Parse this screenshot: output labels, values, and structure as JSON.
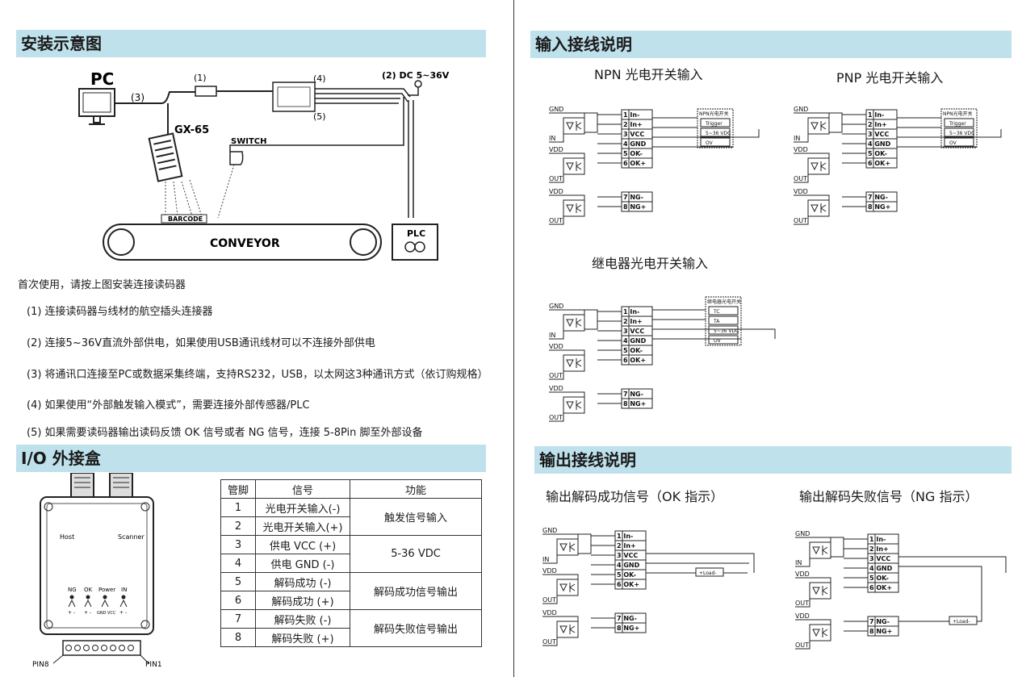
{
  "left": {
    "install_title": "安装示意图",
    "diagram": {
      "pc": "PC",
      "label_1": "(1)",
      "label_2": "(2) DC 5~36V",
      "label_3": "(3)",
      "label_4": "(4)",
      "label_5": "(5)",
      "scanner": "GX-65",
      "switch": "SWITCH",
      "barcode": "BARCODE",
      "conveyor": "CONVEYOR",
      "plc": "PLC"
    },
    "intro": "首次使用，请按上图安装连接读码器",
    "steps": [
      "(1)  连接读码器与线材的航空插头连接器",
      "(2)  连接5~36V直流外部供电，如果使用USB通讯线材可以不连接外部供电",
      "(3)  将通讯口连接至PC或数据采集终端，支持RS232，USB，以太网这3种通讯方式（依订购规格）",
      "(4)  如果使用“外部触发输入模式”，需要连接外部传感器/PLC",
      "(5)  如果需要读码器输出读码反馈 OK 信号或者 NG 信号，连接 5-8Pin 脚至外部设备"
    ],
    "io_title": "I/O  外接盒",
    "box": {
      "host": "Host",
      "scanner": "Scanner",
      "leds": [
        "NG",
        "OK",
        "Power",
        "IN"
      ],
      "pm": "+ -",
      "gndvcc": "GND VCC",
      "pin8": "PIN8",
      "pin1": "PIN1"
    },
    "table": {
      "headers": [
        "管脚",
        "信号",
        "功能"
      ],
      "rows": [
        {
          "pin": "1",
          "signal": "光电开关输入(-)"
        },
        {
          "pin": "2",
          "signal": "光电开关输入(+)"
        },
        {
          "pin": "3",
          "signal": "供电  VCC (+)"
        },
        {
          "pin": "4",
          "signal": "供电  GND (-)"
        },
        {
          "pin": "5",
          "signal": "解码成功  (-)"
        },
        {
          "pin": "6",
          "signal": "解码成功  (+)"
        },
        {
          "pin": "7",
          "signal": "解码失败  (-)"
        },
        {
          "pin": "8",
          "signal": "解码失败  (+)"
        }
      ],
      "functions": [
        "触发信号输入",
        "5-36 VDC",
        "解码成功信号输出",
        "解码失败信号输出"
      ]
    }
  },
  "right": {
    "input_title": "输入接线说明",
    "npn_title": "NPN 光电开关输入",
    "pnp_title": "PNP 光电开关输入",
    "relay_title": "继电器光电开关输入",
    "output_title": "输出接线说明",
    "ok_title": "输出解码成功信号（OK 指示）",
    "ng_title": "输出解码失败信号（NG 指示）",
    "circuit": {
      "gnd": "GND",
      "in": "IN",
      "vdd": "VDD",
      "out": "OUT",
      "pins": [
        "1  In-",
        "2  In+",
        "3  VCC",
        "4  GND",
        "5  OK-",
        "6  OK+",
        "7  NG-",
        "8  NG+"
      ],
      "npn_box": "NPN光电开关",
      "pnp_box": "NPN光电开关",
      "relay_box": "继电器光电开关",
      "trigger": "Trigger",
      "vdc": "5~36 VDC",
      "ov": "OV",
      "tc": "TC",
      "ta": "TA",
      "load": "+Load-"
    }
  }
}
